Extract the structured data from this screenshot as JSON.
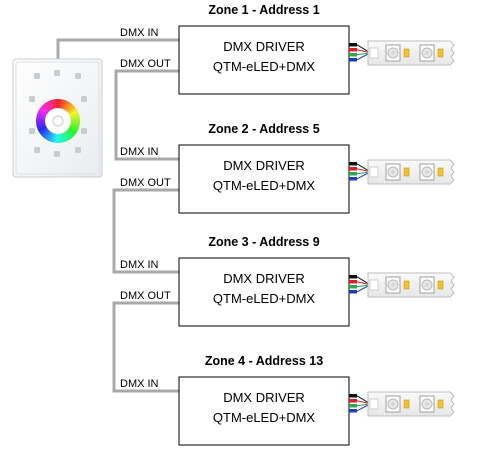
{
  "colors": {
    "cable": "#a9a9a9",
    "box_stroke": "#000000",
    "wire_colors": [
      "#111111",
      "#e11d2a",
      "#2fa84f",
      "#1c3fbf"
    ],
    "strip_fill": "#f4f4f4",
    "led_chip": "#f2c230",
    "led_ring": "#b8b8b8"
  },
  "controller": {
    "name": "rgb-touch-wall-controller"
  },
  "zones": [
    {
      "title": "Zone 1 - Address 1",
      "line1": "DMX DRIVER",
      "line2": "QTM-eLED+DMX",
      "dmx_in": "DMX IN",
      "dmx_out": "DMX OUT"
    },
    {
      "title": "Zone 2 - Address 5",
      "line1": "DMX DRIVER",
      "line2": "QTM-eLED+DMX",
      "dmx_in": "DMX IN",
      "dmx_out": "DMX OUT"
    },
    {
      "title": "Zone 3 - Address 9",
      "line1": "DMX DRIVER",
      "line2": "QTM-eLED+DMX",
      "dmx_in": "DMX IN",
      "dmx_out": "DMX OUT"
    },
    {
      "title": "Zone 4 - Address 13",
      "line1": "DMX DRIVER",
      "line2": "QTM-eLED+DMX",
      "dmx_in": "DMX IN"
    }
  ]
}
